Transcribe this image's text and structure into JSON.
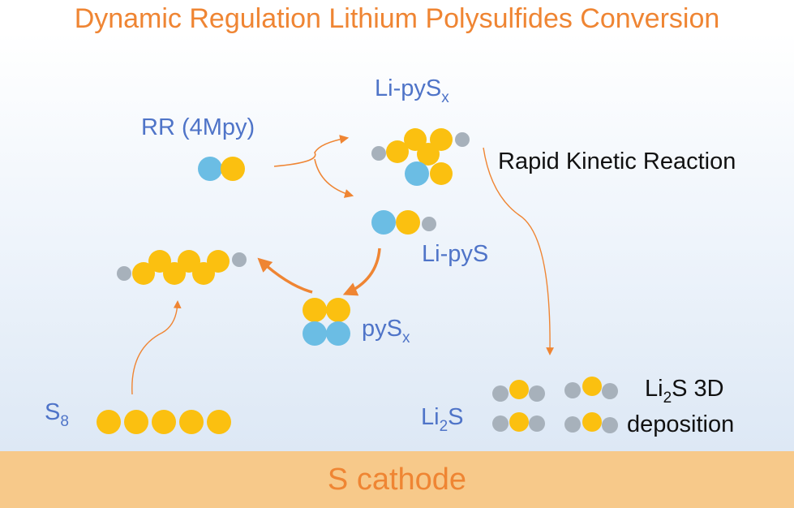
{
  "title": "Dynamic Regulation Lithium Polysulfides Conversion",
  "cathode_label": "S cathode",
  "labels": {
    "rr": "RR (4Mpy)",
    "li_pysx_main": "Li-pyS",
    "li_pysx_sub": "x",
    "rapid": "Rapid Kinetic Reaction",
    "li_pys": "Li-pyS",
    "pysx_main": "pyS",
    "pysx_sub": "x",
    "s8_main": "S",
    "s8_sub": "8",
    "li2s_a": "Li",
    "li2s_sub": "2",
    "li2s_b": "S",
    "li2s3d_a": "Li",
    "li2s3d_sub": "2",
    "li2s3d_b": "S 3D",
    "deposition": "deposition"
  },
  "colors": {
    "sulfur": "#fbc010",
    "pyridine": "#6bbde4",
    "lithium": "#a7b1bb",
    "arrow": "#ef8533",
    "label_blue": "#4f74c8",
    "title_orange": "#ef8533",
    "cathode": "#f7c98a"
  }
}
